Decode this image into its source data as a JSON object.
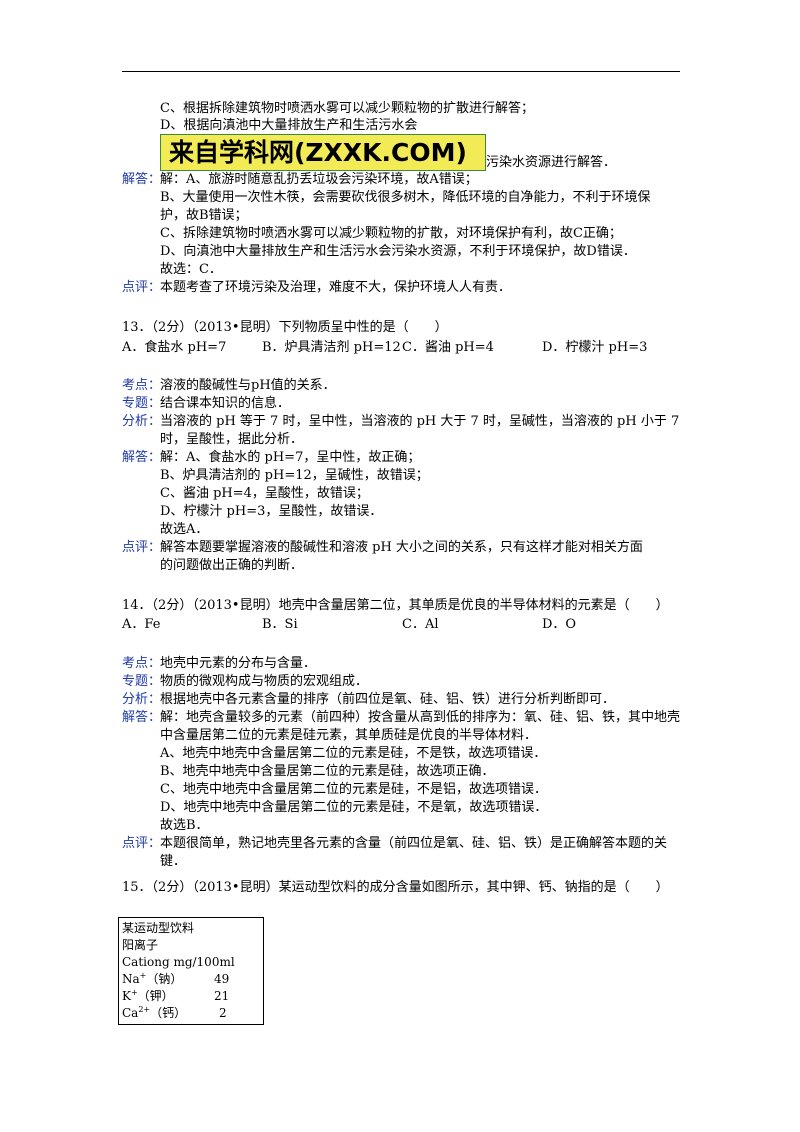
{
  "watermark": "来自学科网(ZXXK.COM)",
  "lines": {
    "l01": "C、根据拆除建筑物时喷洒水雾可以减少颗粒物的扩散进行解答；",
    "l02": "D、根据向滇池中大量排放生产和生活污水会",
    "l03": "污染水资源进行解答．",
    "l04a": "解答：",
    "l04b": "解：A、旅游时随意乱扔丢垃圾会污染环境，故A错误；",
    "l05": "B、大量使用一次性木筷，会需要砍伐很多树木，降低环境的自净能力，不利于环境保",
    "l06": "护，故B错误；",
    "l07": "C、拆除建筑物时喷洒水雾可以减少颗粒物的扩散，对环境保护有利，故C正确；",
    "l08": "D、向滇池中大量排放生产和生活污水会污染水资源，不利于环境保护，故D错误．",
    "l09": "故选：C．",
    "l10a": "点评：",
    "l10b": "本题考查了环境污染及治理，难度不大，保护环境人人有责．",
    "q13": "13．（2分）（2013•昆明）下列物质呈中性的是（　　）",
    "q13a": "A．食盐水 pH=7",
    "q13b": "B．炉具清洁剂 pH=12",
    "q13c": "C．酱油 pH=4",
    "q13d": "D．柠檬汁 pH=3",
    "k13a": "考点：",
    "k13b": "溶液的酸碱性与pH值的关系．",
    "z13a": "专题：",
    "z13b": "结合课本知识的信息．",
    "f13a": "分析：",
    "f13b": "当溶液的 pH 等于 7 时，呈中性，当溶液的 pH 大于 7 时，呈碱性，当溶液的 pH 小于 7",
    "f13c": "时，呈酸性，据此分析．",
    "j13a": "解答：",
    "j13b": "解：A、食盐水的 pH=7，呈中性，故正确；",
    "j13c": "B、炉具清洁剂的 pH=12，呈碱性，故错误；",
    "j13d": "C、酱油 pH=4，呈酸性，故错误；",
    "j13e": "D、柠檬汁 pH=3，呈酸性，故错误．",
    "j13f": "故选A．",
    "p13a": "点评：",
    "p13b": "解答本题要掌握溶液的酸碱性和溶液 pH 大小之间的关系，只有这样才能对相关方面",
    "p13c": "的问题做出正确的判断．",
    "q14": "14．（2分）（2013•昆明）地壳中含量居第二位，其单质是优良的半导体材料的元素是（　　）",
    "q14a": "A．Fe",
    "q14b": "B．Si",
    "q14c": "C．Al",
    "q14d": "D．O",
    "k14a": "考点：",
    "k14b": "地壳中元素的分布与含量．",
    "z14a": "专题：",
    "z14b": "物质的微观构成与物质的宏观组成．",
    "f14a": "分析：",
    "f14b": "根据地壳中各元素含量的排序（前四位是氧、硅、铝、铁）进行分析判断即可．",
    "j14a": "解答：",
    "j14b": "解：地壳含量较多的元素（前四种）按含量从高到低的排序为：氧、硅、铝、铁，其中地壳",
    "j14c": "中含量居第二位的元素是硅元素，其单质硅是优良的半导体材料．",
    "j14d": "A、地壳中地壳中含量居第二位的元素是硅，不是铁，故选项错误．",
    "j14e": "B、地壳中地壳中含量居第二位的元素是硅，故选项正确．",
    "j14f": "C、地壳中地壳中含量居第二位的元素是硅，不是铝，故选项错误．",
    "j14g": "D、地壳中地壳中含量居第二位的元素是硅，不是氧，故选项错误．",
    "j14h": "故选B．",
    "p14a": "点评：",
    "p14b": "本题很简单，熟记地壳里各元素的含量（前四位是氧、硅、铝、铁）是正确解答本题的关",
    "p14c": "键．",
    "q15": "15．（2分）（2013•昆明）某运动型饮料的成分含量如图所示，其中钾、钙、钠指的是（　　）"
  },
  "label_color": "#1f3aa6",
  "label_box": {
    "title": "某运动型饮料",
    "subtitle": "阳离子",
    "header": "Cationg  mg/100ml",
    "rows": [
      {
        "sym": "Na",
        "charge": "+",
        "name": "（钠）",
        "value": "49"
      },
      {
        "sym": "K",
        "charge": "+",
        "name": "（钾）",
        "value": "21"
      },
      {
        "sym": "Ca",
        "charge": "2+",
        "name": "（钙）",
        "value": "2"
      }
    ]
  }
}
